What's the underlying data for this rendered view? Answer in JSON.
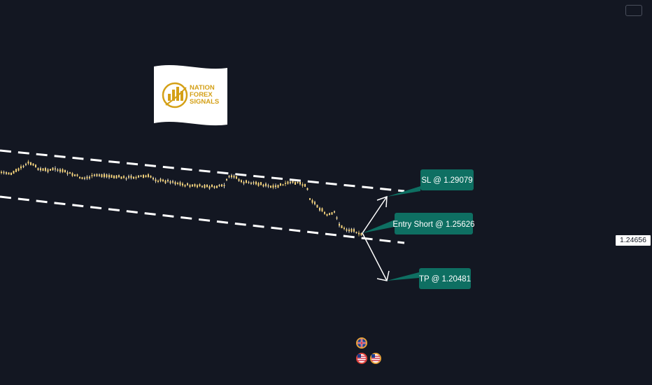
{
  "logo": {
    "line1": "NATION",
    "line2": "FOREX",
    "line3": "SIGNALS",
    "bg": "#ffffff",
    "gold": "#d4a017"
  },
  "price_scale": {
    "current": "1.24656"
  },
  "colors": {
    "background": "#131722",
    "candle": "#f5d37a",
    "callout": "#0e6f62",
    "line": "#ffffff"
  },
  "chart_data": {
    "type": "candlestick",
    "callouts": [
      {
        "key": "sl",
        "label": "SL @ 1.29079",
        "value": 1.29079
      },
      {
        "key": "entry",
        "label": "Entry Short @ 1.25626",
        "value": 1.25626
      },
      {
        "key": "tp",
        "label": "TP @ 1.20481",
        "value": 1.20481
      }
    ],
    "current_price": 1.24656,
    "channel": {
      "style": "dashed",
      "direction": "descending"
    },
    "event_icons": [
      "gb-flag-icon",
      "us-flag-icon",
      "us-flag-icon"
    ]
  }
}
